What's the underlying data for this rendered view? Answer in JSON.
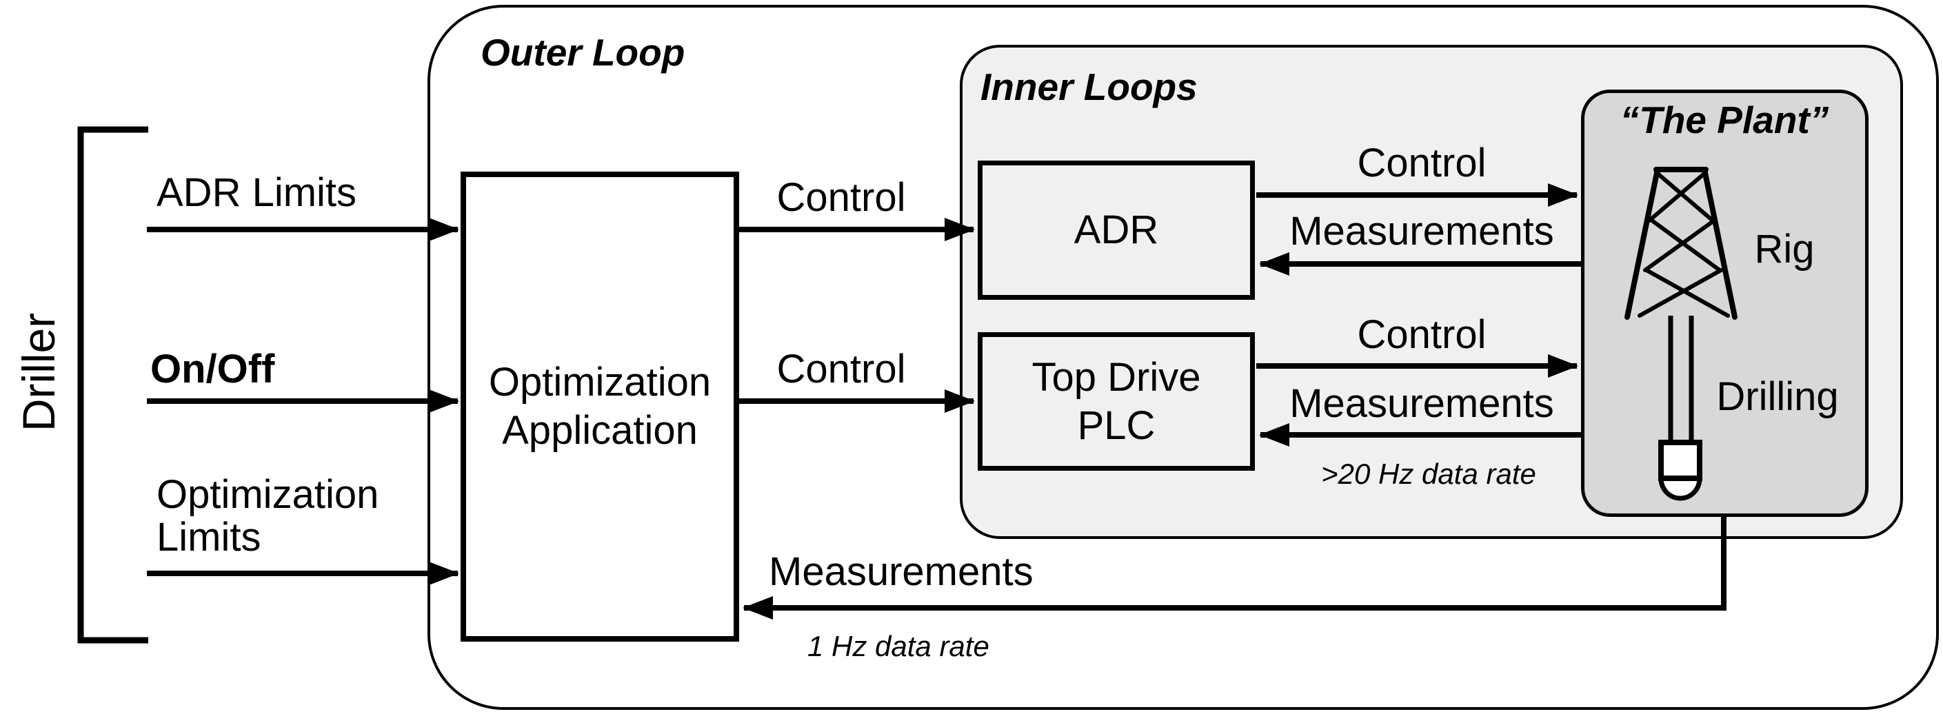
{
  "colors": {
    "background": "#ffffff",
    "inner_loops_fill": "#f0f0f0",
    "plant_fill": "#d8d8d8",
    "line": "#000000"
  },
  "titles": {
    "outer_loop": "Outer Loop",
    "inner_loops": "Inner Loops",
    "plant": "“The Plant”"
  },
  "driller": {
    "label": "Driller",
    "inputs": [
      {
        "label": "ADR Limits"
      },
      {
        "label": "On/Off"
      },
      {
        "label": "Optimization\nLimits"
      }
    ]
  },
  "boxes": {
    "optimization_application": "Optimization\nApplication",
    "adr": "ADR",
    "top_drive_plc": "Top Drive\nPLC"
  },
  "signals": {
    "outer_control_adr": "Control",
    "outer_control_td": "Control",
    "adr_control": "Control",
    "adr_measurements": "Measurements",
    "td_control": "Control",
    "td_measurements": "Measurements",
    "td_rate": ">20 Hz data rate",
    "feedback_measurements": "Measurements",
    "feedback_rate": "1 Hz data rate"
  },
  "plant": {
    "rig": "Rig",
    "drilling": "Drilling"
  }
}
